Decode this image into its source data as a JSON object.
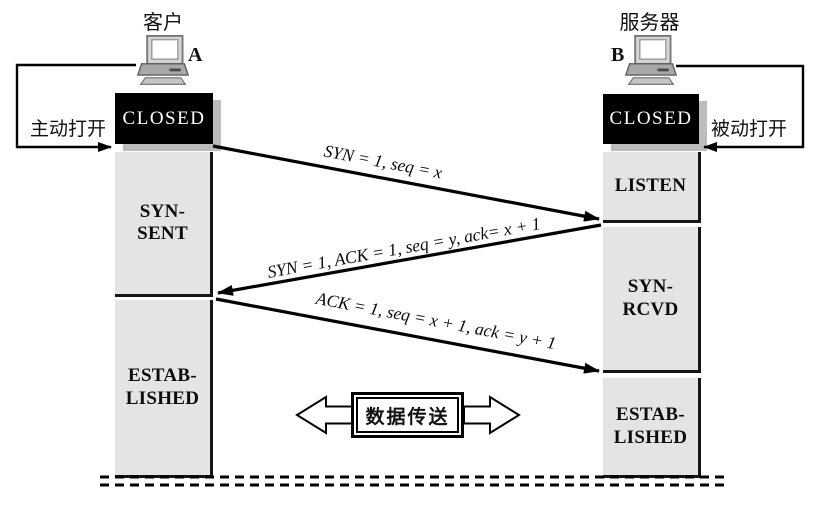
{
  "client": {
    "title": "客户",
    "host_label": "A",
    "open_label": "主动打开",
    "states": {
      "closed": "CLOSED",
      "syn_sent": "SYN-\nSENT",
      "established": "ESTAB-\nLISHED"
    }
  },
  "server": {
    "title": "服务器",
    "host_label": "B",
    "open_label": "被动打开",
    "states": {
      "closed": "CLOSED",
      "listen": "LISTEN",
      "syn_rcvd": "SYN-\nRCVD",
      "established": "ESTAB-\nLISHED"
    }
  },
  "messages": {
    "syn": "SYN = 1, seq = x",
    "syn_ack": "SYN = 1, ACK = 1, seq = y, ack= x + 1",
    "ack": "ACK = 1, seq = x + 1, ack = y + 1"
  },
  "data_transfer": {
    "label": "数据传送"
  },
  "icons": {
    "client_computer": "desktop-computer-icon",
    "server_computer": "desktop-computer-icon"
  },
  "colors": {
    "state_box_bg": "#e4e4e4",
    "closed_box_bg": "#000000",
    "closed_box_text": "#ffffff",
    "line": "#000000",
    "shadow": "#bcbcbc",
    "background": "#ffffff"
  }
}
